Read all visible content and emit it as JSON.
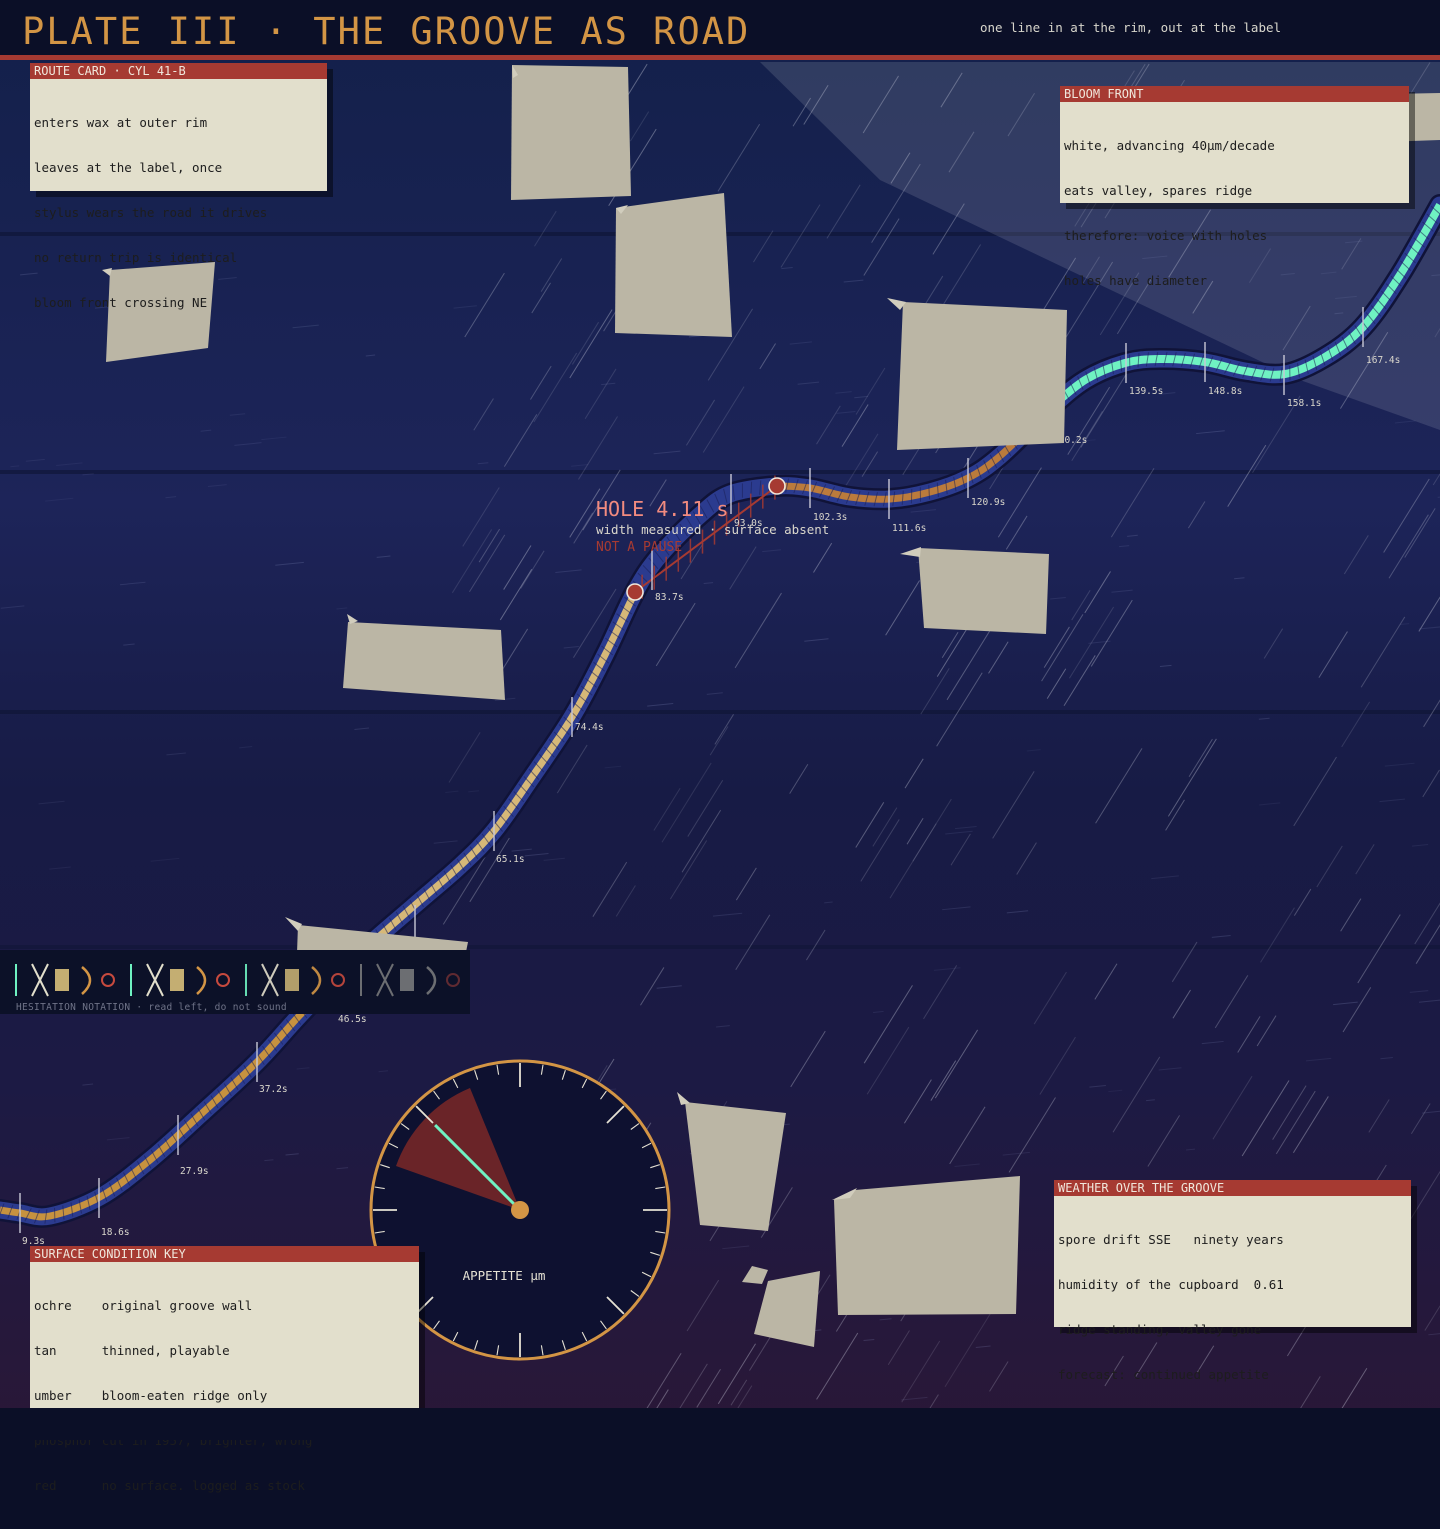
{
  "header": {
    "title": "PLATE III · THE GROOVE AS ROAD",
    "subtitle": "one line in at the rim, out at the label"
  },
  "route_card": {
    "title": "ROUTE CARD · CYL 41-B",
    "lines": [
      "enters wax at outer rim",
      "leaves at the label, once",
      "stylus wears the road it drives",
      "no return trip is identical",
      "bloom front crossing NE"
    ]
  },
  "bloom_card": {
    "title": "BLOOM FRONT",
    "lines": [
      "white, advancing 40µm/decade",
      "eats valley, spares ridge",
      "therefore: voice with holes",
      "holes have diameter"
    ]
  },
  "weather_card": {
    "title": "WEATHER OVER THE GROOVE",
    "lines": [
      "spore drift SSE   ninety years",
      "humidity of the cupboard  0.61",
      "ridge standing, valley gone",
      "forecast: continued appetite"
    ]
  },
  "key_card": {
    "title": "SURFACE CONDITION KEY",
    "lines": [
      "ochre    original groove wall",
      "tan      thinned, playable",
      "umber    bloom-eaten ridge only",
      "phosphor cut in 1957, brighter, wrong",
      "red      no surface. logged as stock"
    ]
  },
  "hole": {
    "label": "HOLE 4.11 s",
    "detail": "width measured · surface absent",
    "note": "NOT A PAUSE"
  },
  "hesitation": {
    "caption": "HESITATION NOTATION · read left, do not sound"
  },
  "dial": {
    "label": "APPETITE µm",
    "needle_fraction": 0.875
  },
  "groove": {
    "timestamps": [
      "9.3s",
      "18.6s",
      "27.9s",
      "37.2s",
      "46.5s",
      "65.1s",
      "74.4s",
      "83.7s",
      "93.0s",
      "102.3s",
      "111.6s",
      "120.9s",
      "130.2s",
      "139.5s",
      "148.8s",
      "158.1s",
      "167.4s"
    ]
  },
  "colors": {
    "ochre": "#c7923f",
    "tan": "#d6b878",
    "umber": "#bb7b3c",
    "phosphor": "#6ff2c2",
    "red": "#a63a32",
    "groove_blue": "#2b3b8f",
    "accent_title": "#d39545"
  }
}
